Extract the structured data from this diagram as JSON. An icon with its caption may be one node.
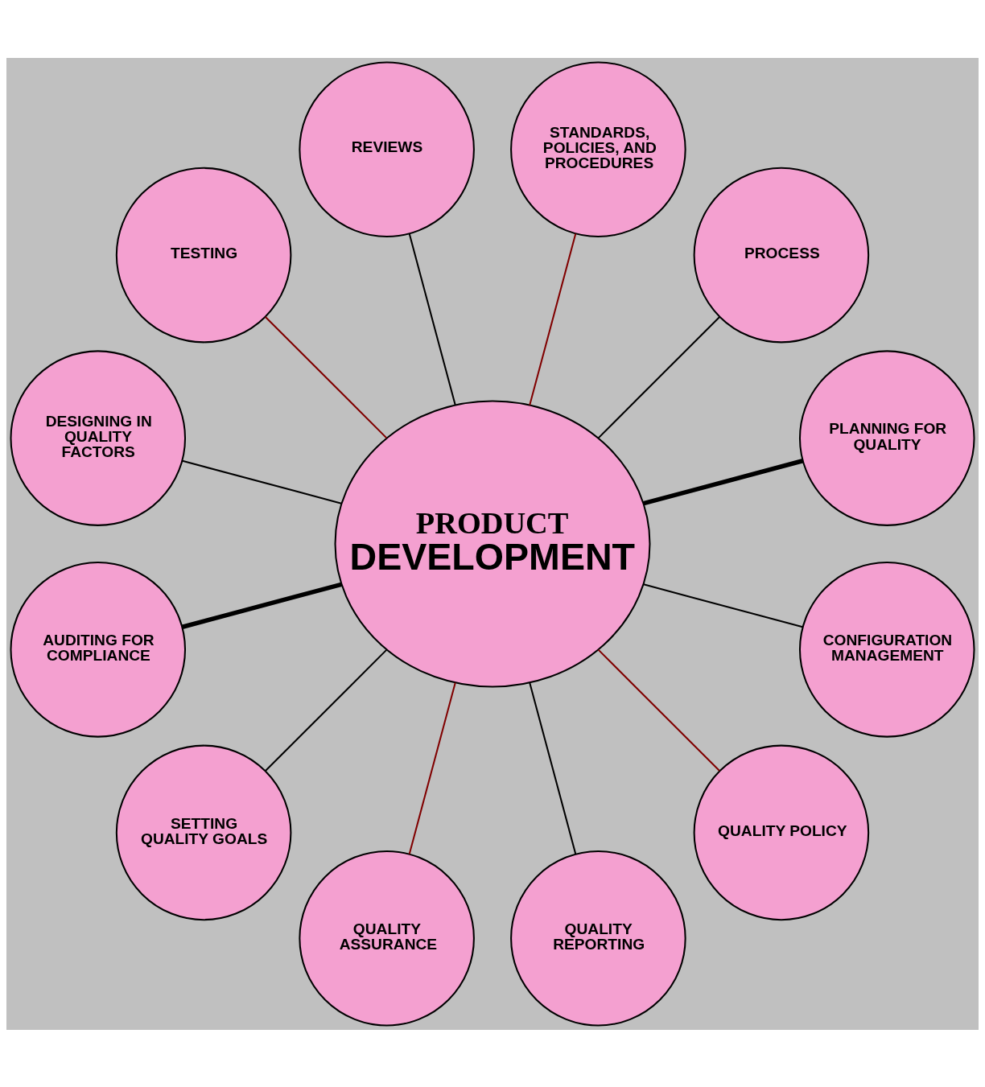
{
  "diagram": {
    "nodes": [
      {
        "text": [
          "PRODUCT",
          "DEVELOPMENT"
        ]
      },
      {
        "text": [
          "PLANNING FOR QUALITY"
        ]
      },
      {
        "text": [
          "PROCESS"
        ]
      },
      {
        "text": [
          "STANDARDS, POLICIES, AND PROCEDURES"
        ]
      },
      {
        "text": [
          "REVIEWS"
        ]
      },
      {
        "text": [
          "TESTING"
        ]
      },
      {
        "text": [
          "DESIGNING IN QUALITY FACTORS"
        ]
      },
      {
        "text": [
          "AUDITING FOR COMPLIANCE"
        ]
      },
      {
        "text": [
          "SETTING QUALITY GOALS"
        ]
      },
      {
        "text": [
          "QUALITY ASSURANCE"
        ]
      },
      {
        "text": [
          "QUALITY REPORTING"
        ]
      },
      {
        "text": [
          "QUALITY POLICY"
        ]
      },
      {
        "text": [
          "CONFIGURATION MANAGEMENT"
        ]
      }
    ],
    "edges": [
      {
        "from": 0,
        "to": 1,
        "arrow": "none",
        "style": "thick"
      },
      {
        "from": 0,
        "to": 2,
        "arrow": "none"
      },
      {
        "from": 0,
        "to": 3,
        "arrow": "none",
        "color": "#800000"
      },
      {
        "from": 0,
        "to": 4,
        "arrow": "none"
      },
      {
        "from": 0,
        "to": 5,
        "arrow": "none",
        "color": "#800000"
      },
      {
        "from": 0,
        "to": 6,
        "arrow": "none"
      },
      {
        "from": 0,
        "to": 7,
        "arrow": "none",
        "style": "thick"
      },
      {
        "from": 0,
        "to": 8,
        "arrow": "none"
      },
      {
        "from": 0,
        "to": 9,
        "arrow": "none",
        "color": "#800000"
      },
      {
        "from": 0,
        "to": 10,
        "arrow": "none"
      },
      {
        "from": 0,
        "to": 11,
        "arrow": "none",
        "color": "#800000"
      },
      {
        "from": 0,
        "to": 12,
        "arrow": "none"
      }
    ]
  }
}
